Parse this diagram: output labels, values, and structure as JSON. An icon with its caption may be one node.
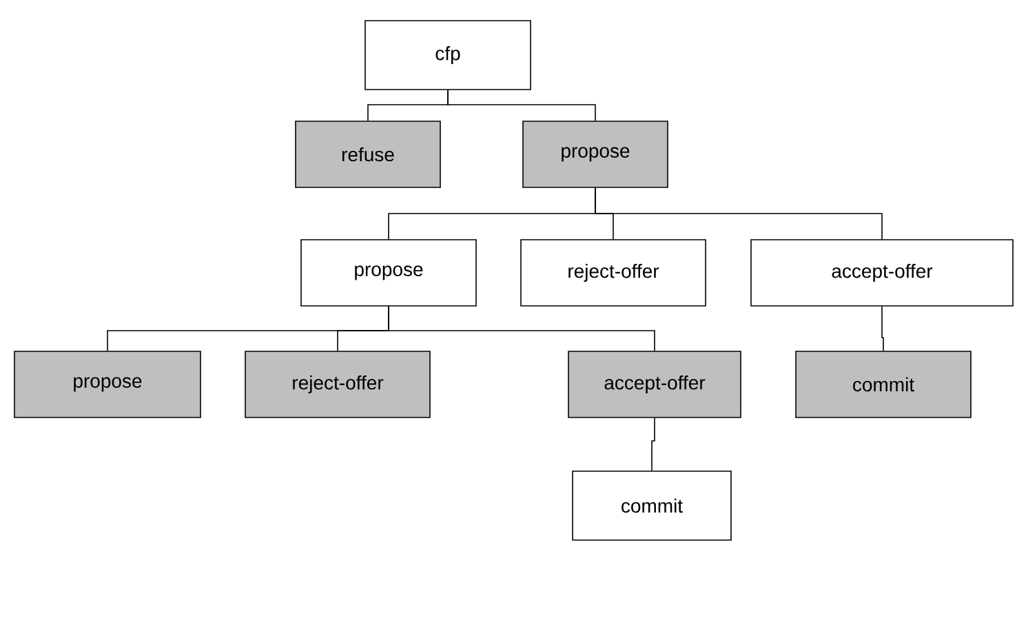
{
  "diagram": {
    "nodes": [
      {
        "text": [
          "cfp"
        ]
      },
      {
        "text": [
          "refuse"
        ]
      },
      {
        "text": [
          "propose"
        ]
      },
      {
        "text": [
          "propose"
        ]
      },
      {
        "text": [
          "reject-offer"
        ]
      },
      {
        "text": [
          "accept-offer"
        ]
      },
      {
        "text": [
          "propose"
        ]
      },
      {
        "text": [
          "reject-offer"
        ]
      },
      {
        "text": [
          "accept-offer"
        ]
      },
      {
        "text": [
          "commit"
        ]
      },
      {
        "text": [
          "commit"
        ]
      }
    ],
    "edges": [
      {
        "from": 0,
        "to": 1,
        "arrow": "none"
      },
      {
        "from": 0,
        "to": 2,
        "arrow": "none"
      },
      {
        "from": 2,
        "to": 3,
        "arrow": "none"
      },
      {
        "from": 2,
        "to": 4,
        "arrow": "none"
      },
      {
        "from": 2,
        "to": 5,
        "arrow": "none"
      },
      {
        "from": 3,
        "to": 6,
        "arrow": "none"
      },
      {
        "from": 3,
        "to": 7,
        "arrow": "none"
      },
      {
        "from": 3,
        "to": 8,
        "arrow": "none"
      },
      {
        "from": 5,
        "to": 10,
        "arrow": "none"
      },
      {
        "from": 8,
        "to": 9,
        "arrow": "none"
      }
    ]
  }
}
